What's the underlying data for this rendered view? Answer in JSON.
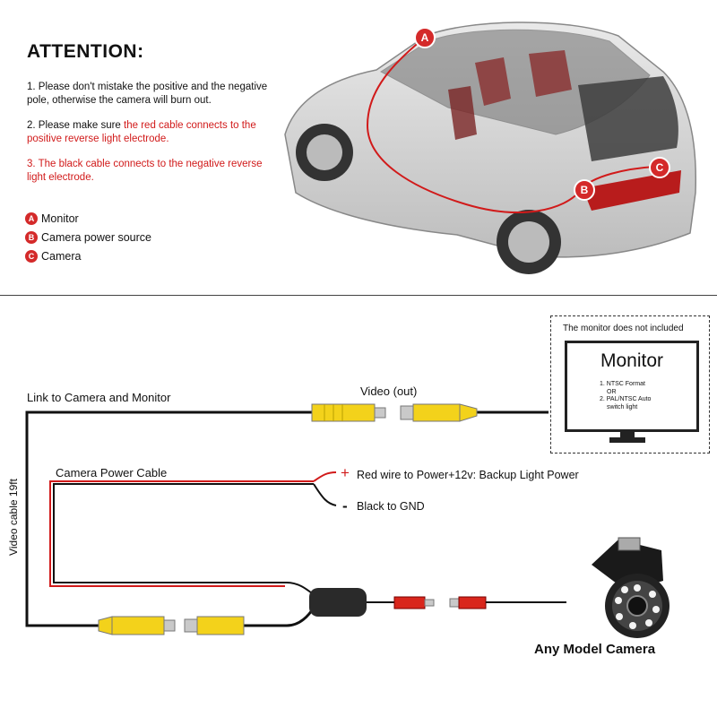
{
  "attention": {
    "title": "ATTENTION:",
    "note1": "1. Please don't mistake the positive and the negative pole, otherwise the camera will burn out.",
    "note2_prefix": "2. Please make sure ",
    "note2_red": "the red cable connects to the positive reverse light electrode.",
    "note3_prefix": "3. ",
    "note3_red": "The black cable connects to the negative reverse light electrode."
  },
  "legend": [
    {
      "badge": "A",
      "label": "Monitor"
    },
    {
      "badge": "B",
      "label": "Camera power source"
    },
    {
      "badge": "C",
      "label": "Camera"
    }
  ],
  "diagram": {
    "link_label": "Link to Camera and Monitor",
    "video_out_label": "Video (out)",
    "power_cable_label": "Camera Power Cable",
    "red_sign": "+",
    "red_wire_label": "Red wire to Power+12v: Backup Light Power",
    "black_sign": "-",
    "black_wire_label": "Black to GND",
    "video_cable_label": "Video cable 19ft",
    "monitor_note": "The monitor does not included",
    "monitor_title": "Monitor",
    "monitor_specs": [
      "1. NTSC Format",
      "OR",
      "2. PAL/NTSC Auto",
      "switch light"
    ],
    "camera_label": "Any Model Camera"
  },
  "colors": {
    "accent_red": "#d11a1a",
    "connector_yellow": "#f3d21b",
    "wire_black": "#111111"
  }
}
